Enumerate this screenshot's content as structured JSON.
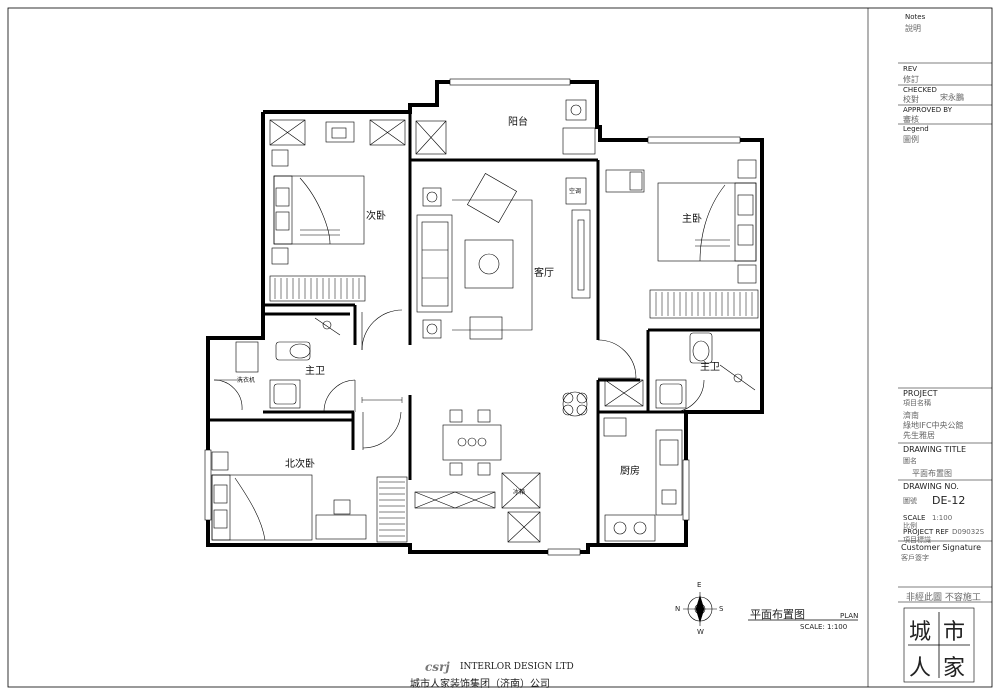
{
  "title_block": {
    "notes_label": "Notes",
    "notes_cn": "說明",
    "rev_label": "REV",
    "rev_cn": "修訂",
    "checked_label": "CHECKED",
    "checked_cn": "校對",
    "checked_name": "宋永鵬",
    "approved_label": "APPROVED BY",
    "approved_cn": "審核",
    "legend_label": "Legend",
    "legend_cn": "圖例",
    "project_label": "PROJECT",
    "project_cn": "項目名稱",
    "project_line1": "濟南",
    "project_line2": "綠地IFC中央公館",
    "project_line3": "先生雅居",
    "drawing_title_label": "DRAWING TITLE",
    "drawing_title_cn": "圖名",
    "drawing_title_value": "平面布置图",
    "drawing_no_label": "DRAWING NO.",
    "drawing_no_cn": "圖號",
    "drawing_no_value": "DE-12",
    "scale_label": "SCALE",
    "scale_value": "1:100",
    "scale_cn": "比例",
    "project_ref_label": "PROJECT REF",
    "project_ref_value": "D09032S",
    "project_ref_cn": "項目標識",
    "customer_signature_label": "Customer Signature",
    "customer_signature_cn": "客戶簽字",
    "notice_text": "非經此圖  不容施工",
    "logo_chars": [
      "城",
      "市",
      "人",
      "家"
    ]
  },
  "plan": {
    "title": "平面布置图",
    "plan_label": "PLAN",
    "scale_text": "SCALE: 1:100",
    "compass": {
      "n": "N",
      "e": "E",
      "s": "S",
      "w": "W"
    },
    "rooms": {
      "balcony": "阳台",
      "second_bedroom": "次卧",
      "living_room": "客厅",
      "master_bedroom": "主卧",
      "bath_left": "主卫",
      "bath_right": "主卫",
      "north_bedroom": "北次卧",
      "kitchen": "厨房"
    },
    "small_labels": {
      "washer": "洗衣机",
      "aircon": "空调",
      "fridge": "冰箱"
    }
  },
  "company": {
    "logo_text": "csrj",
    "name_en": "INTERLOR DESIGN LTD",
    "name_cn": "城市人家装饰集团（济南）公司"
  }
}
